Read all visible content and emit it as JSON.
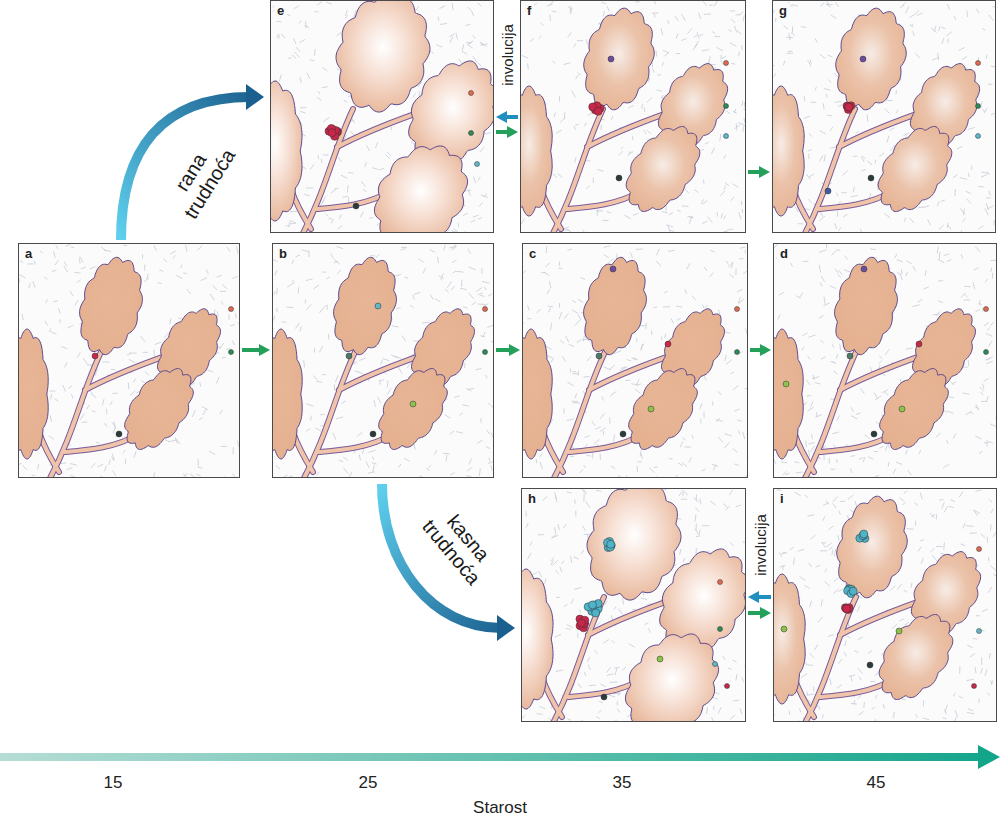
{
  "diagram": {
    "nodes": [
      {
        "text": [
          "a"
        ]
      },
      {
        "text": [
          "b"
        ]
      },
      {
        "text": [
          "c"
        ]
      },
      {
        "text": [
          "d"
        ]
      },
      {
        "text": [
          "e"
        ]
      },
      {
        "text": [
          "f"
        ]
      },
      {
        "text": [
          "g"
        ]
      },
      {
        "text": [
          "h"
        ]
      },
      {
        "text": [
          "i"
        ]
      }
    ],
    "edges": [
      {
        "from": 0,
        "to": 1,
        "arrow": "to"
      },
      {
        "from": 1,
        "to": 2,
        "arrow": "to"
      },
      {
        "from": 2,
        "to": 3,
        "arrow": "to"
      },
      {
        "from": 4,
        "to": 5,
        "arrow": "to"
      },
      {
        "from": 5,
        "to": 4,
        "arrow": "to"
      },
      {
        "from": 5,
        "to": 6,
        "arrow": "to"
      },
      {
        "from": 7,
        "to": 8,
        "arrow": "to"
      },
      {
        "from": 8,
        "to": 7,
        "arrow": "to"
      },
      {
        "from": 0,
        "to": 4,
        "label": "rana trudnoća",
        "arrow": "to"
      },
      {
        "from": 1,
        "to": 7,
        "label": "kasna trudnoća",
        "arrow": "to"
      }
    ],
    "labels": [
      "involucija",
      "involucija",
      "15",
      "25",
      "35",
      "45",
      "Starost"
    ]
  }
}
